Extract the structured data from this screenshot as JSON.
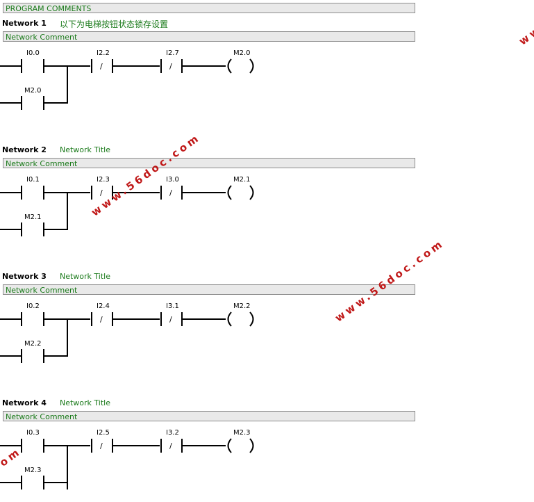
{
  "program_comments": "PROGRAM COMMENTS",
  "networks": [
    {
      "label": "Network 1",
      "title": "以下为电梯按钮状态锁存设置",
      "comment": "Network Comment",
      "contact": "I0.0",
      "latch": "M2.0",
      "nc1": "I2.2",
      "nc2": "I2.7",
      "coil": "M2.0"
    },
    {
      "label": "Network 2",
      "title": "Network Title",
      "comment": "Network Comment",
      "contact": "I0.1",
      "latch": "M2.1",
      "nc1": "I2.3",
      "nc2": "I3.0",
      "coil": "M2.1"
    },
    {
      "label": "Network 3",
      "title": "Network Title",
      "comment": "Network Comment",
      "contact": "I0.2",
      "latch": "M2.2",
      "nc1": "I2.4",
      "nc2": "I3.1",
      "coil": "M2.2"
    },
    {
      "label": "Network 4",
      "title": "Network Title",
      "comment": "Network Comment",
      "contact": "I0.3",
      "latch": "M2.3",
      "nc1": "I2.5",
      "nc2": "I3.2",
      "coil": "M2.3"
    }
  ],
  "slash": "/",
  "watermark": "www.56doc.com",
  "watermark_color": "#c01818"
}
